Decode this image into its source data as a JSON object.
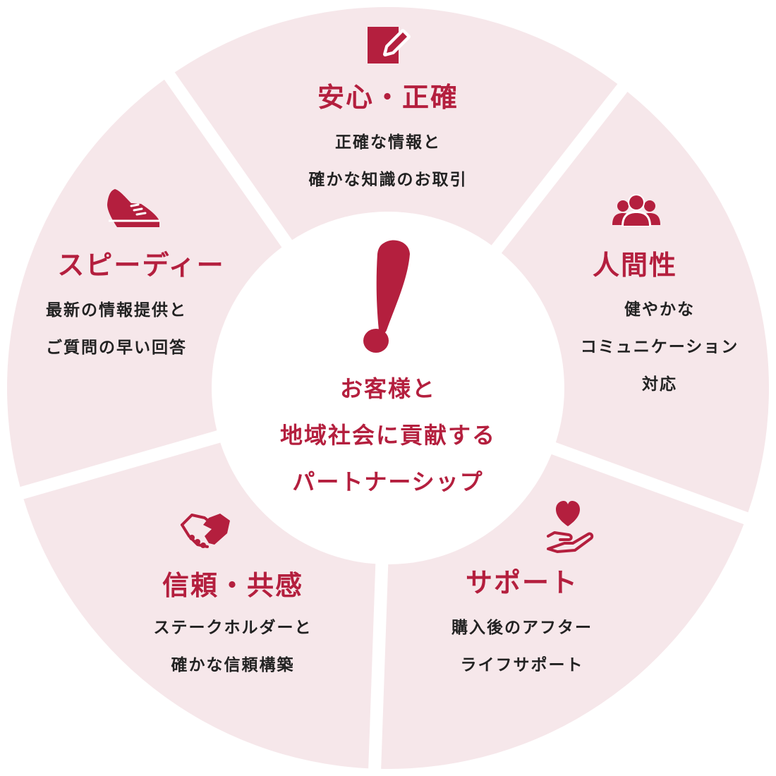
{
  "colors": {
    "accent": "#b41f3e",
    "segment": "#f6e7ea",
    "text": "#222222",
    "background": "#ffffff"
  },
  "center": {
    "icon": "exclamation-icon",
    "lines": [
      "お客様と",
      "地域社会に貢献する",
      "パートナーシップ"
    ]
  },
  "segments": [
    {
      "icon": "pencil-note-icon",
      "title": "安心・正確",
      "desc": [
        "正確な情報と",
        "確かな知識のお取引"
      ]
    },
    {
      "icon": "people-group-icon",
      "title": "人間性",
      "desc": [
        "健やかな",
        "コミュニケーション",
        "対応"
      ]
    },
    {
      "icon": "heart-in-hand-icon",
      "title": "サポート",
      "desc": [
        "購入後のアフター",
        "ライフサポート"
      ]
    },
    {
      "icon": "handshake-icon",
      "title": "信頼・共感",
      "desc": [
        "ステークホルダーと",
        "確かな信頼構築"
      ]
    },
    {
      "icon": "sneaker-icon",
      "title": "スピーディー",
      "desc": [
        "最新の情報提供と",
        "ご質問の早い回答"
      ]
    }
  ]
}
